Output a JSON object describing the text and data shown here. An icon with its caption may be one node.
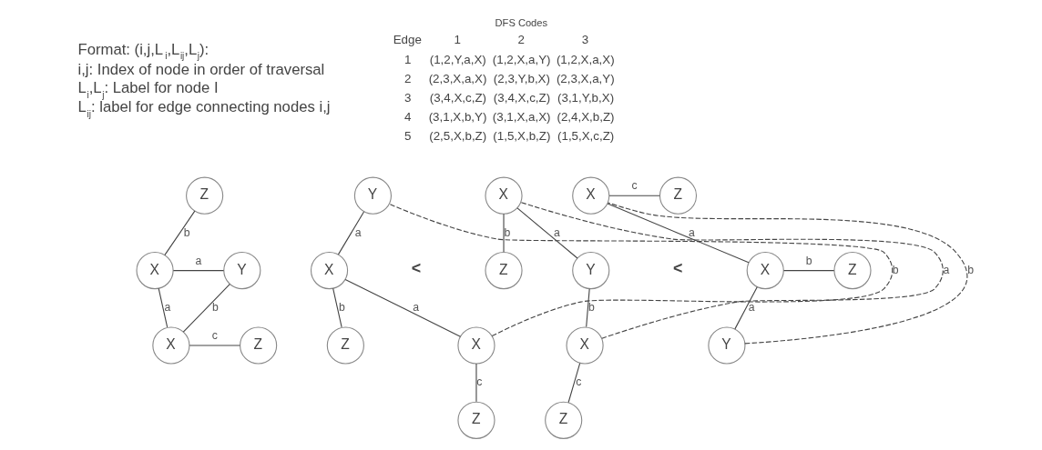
{
  "diagram": {
    "nodes": [
      {
        "text": [
          "Z"
        ]
      },
      {
        "text": [
          "X"
        ]
      },
      {
        "text": [
          "Y"
        ]
      },
      {
        "text": [
          "X"
        ]
      },
      {
        "text": [
          "Z"
        ]
      },
      {
        "text": [
          "Y"
        ]
      },
      {
        "text": [
          "Z"
        ]
      },
      {
        "text": [
          "X"
        ]
      },
      {
        "text": [
          "X"
        ]
      },
      {
        "text": [
          "Z"
        ]
      },
      {
        "text": [
          "Z"
        ]
      },
      {
        "text": [
          "X"
        ]
      },
      {
        "text": [
          "Y"
        ]
      },
      {
        "text": [
          "X"
        ]
      },
      {
        "text": [
          "Z"
        ]
      },
      {
        "text": [
          "X"
        ]
      },
      {
        "text": [
          "Z"
        ]
      },
      {
        "text": [
          "X"
        ]
      },
      {
        "text": [
          "Z"
        ]
      },
      {
        "text": [
          "Y"
        ]
      }
    ],
    "edges": [
      {
        "from": 0,
        "to": 1,
        "arrow": "none",
        "label": "b"
      },
      {
        "from": 1,
        "to": 2,
        "arrow": "none",
        "label": "a"
      },
      {
        "from": 1,
        "to": 3,
        "arrow": "none",
        "label": "a"
      },
      {
        "from": 2,
        "to": 3,
        "arrow": "none",
        "label": "b"
      },
      {
        "from": 3,
        "to": 4,
        "arrow": "none",
        "label": "c"
      },
      {
        "from": 5,
        "to": 7,
        "arrow": "none",
        "label": "a"
      },
      {
        "from": 7,
        "to": 6,
        "arrow": "none",
        "label": "b"
      },
      {
        "from": 7,
        "to": 8,
        "arrow": "none",
        "label": "a"
      },
      {
        "from": 8,
        "to": 5,
        "arrow": "none",
        "label": "b",
        "style": "dashed"
      },
      {
        "from": 8,
        "to": 9,
        "arrow": "none",
        "label": "c"
      },
      {
        "from": 11,
        "to": 10,
        "arrow": "none",
        "label": "b"
      },
      {
        "from": 11,
        "to": 12,
        "arrow": "none",
        "label": "a"
      },
      {
        "from": 12,
        "to": 13,
        "arrow": "none",
        "label": "b"
      },
      {
        "from": 13,
        "to": 11,
        "arrow": "none",
        "label": "a",
        "style": "dashed"
      },
      {
        "from": 13,
        "to": 14,
        "arrow": "none",
        "label": "c"
      },
      {
        "from": 15,
        "to": 16,
        "arrow": "none",
        "label": "c"
      },
      {
        "from": 15,
        "to": 17,
        "arrow": "none",
        "label": "a"
      },
      {
        "from": 17,
        "to": 18,
        "arrow": "none",
        "label": "b"
      },
      {
        "from": 17,
        "to": 19,
        "arrow": "none",
        "label": "a"
      },
      {
        "from": 19,
        "to": 15,
        "arrow": "none",
        "label": "b",
        "style": "dashed"
      }
    ],
    "labels": [
      "Format: (i,j,L$_{i}$,L$_{ij}$,L$_{j}$):",
      "i,j: Index of node in order of traversal",
      "L$_{i}$,L$_{j}$: Label for node I",
      "L$_{ij}$: label for edge connecting nodes i,j",
      "DFS Codes",
      "Edge",
      "1",
      "2",
      "3",
      "1",
      "(1,2,Y,a,X)",
      "(1,2,X,a,Y)",
      "(1,2,X,a,X)",
      "2",
      "(2,3,X,a,X)",
      "(2,3,Y,b,X)",
      "(2,3,X,a,Y)",
      "3",
      "(3,4,X,c,Z)",
      "(3,4,X,c,Z)",
      "(3,1,Y,b,X)",
      "4",
      "(3,1,X,b,Y)",
      "(3,1,X,a,X)",
      "(2,4,X,b,Z)",
      "5",
      "(2,5,X,b,Z)",
      "(1,5,X,b,Z)",
      "(1,5,X,c,Z)",
      "<",
      "<"
    ]
  }
}
